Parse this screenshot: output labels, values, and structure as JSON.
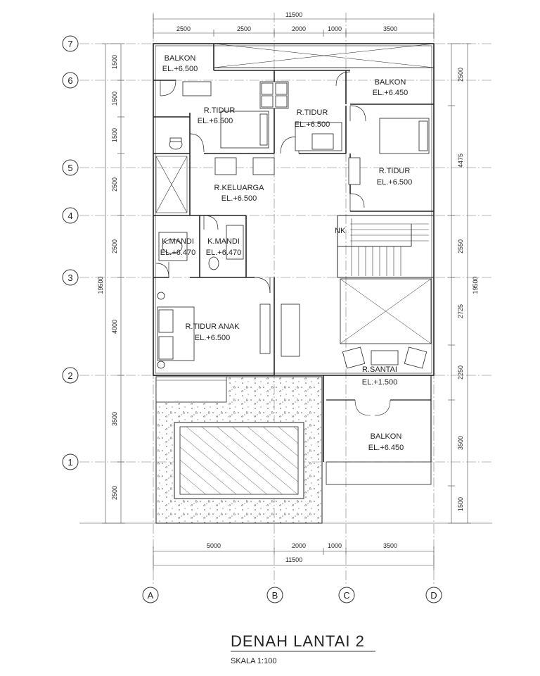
{
  "drawing": {
    "title": "DENAH LANTAI 2",
    "scale": "SKALA 1:100"
  },
  "grid": {
    "rows": [
      "7",
      "6",
      "5",
      "4",
      "3",
      "2",
      "1"
    ],
    "cols": [
      "A",
      "B",
      "C",
      "D"
    ]
  },
  "dimensions": {
    "top_total": "11500",
    "top": [
      "2500",
      "2500",
      "2000",
      "1000",
      "3500"
    ],
    "bottom": [
      "5000",
      "2000",
      "1000",
      "3500"
    ],
    "bottom_total": "11500",
    "left": [
      "1500",
      "1500",
      "1500",
      "2500",
      "2500",
      "4000",
      "3500",
      "2500"
    ],
    "left_total": "19500",
    "right": [
      "2500",
      "4475",
      "2550",
      "2725",
      "2250",
      "3500",
      "1500"
    ],
    "right_total": "19500"
  },
  "rooms": [
    {
      "name": "BALKON",
      "elevation": "EL.+6.500"
    },
    {
      "name": "BALKON",
      "elevation": "EL.+6.450"
    },
    {
      "name": "R.TIDUR",
      "elevation": "EL.+6.500"
    },
    {
      "name": "R.TIDUR",
      "elevation": "EL.+6.500"
    },
    {
      "name": "R.TIDUR",
      "elevation": "EL.+6.500"
    },
    {
      "name": "R.KELUARGA",
      "elevation": "EL.+6.500"
    },
    {
      "name": "K.MANDI",
      "elevation": "EL.+6.470"
    },
    {
      "name": "K.MANDI",
      "elevation": "EL.+6.470"
    },
    {
      "name": "R.TIDUR ANAK",
      "elevation": "EL.+6.500"
    },
    {
      "name": "R.SANTAI",
      "elevation": "EL.+1.500"
    },
    {
      "name": "BALKON",
      "elevation": "EL.+6.450"
    }
  ],
  "labels": {
    "nk": "NK"
  }
}
